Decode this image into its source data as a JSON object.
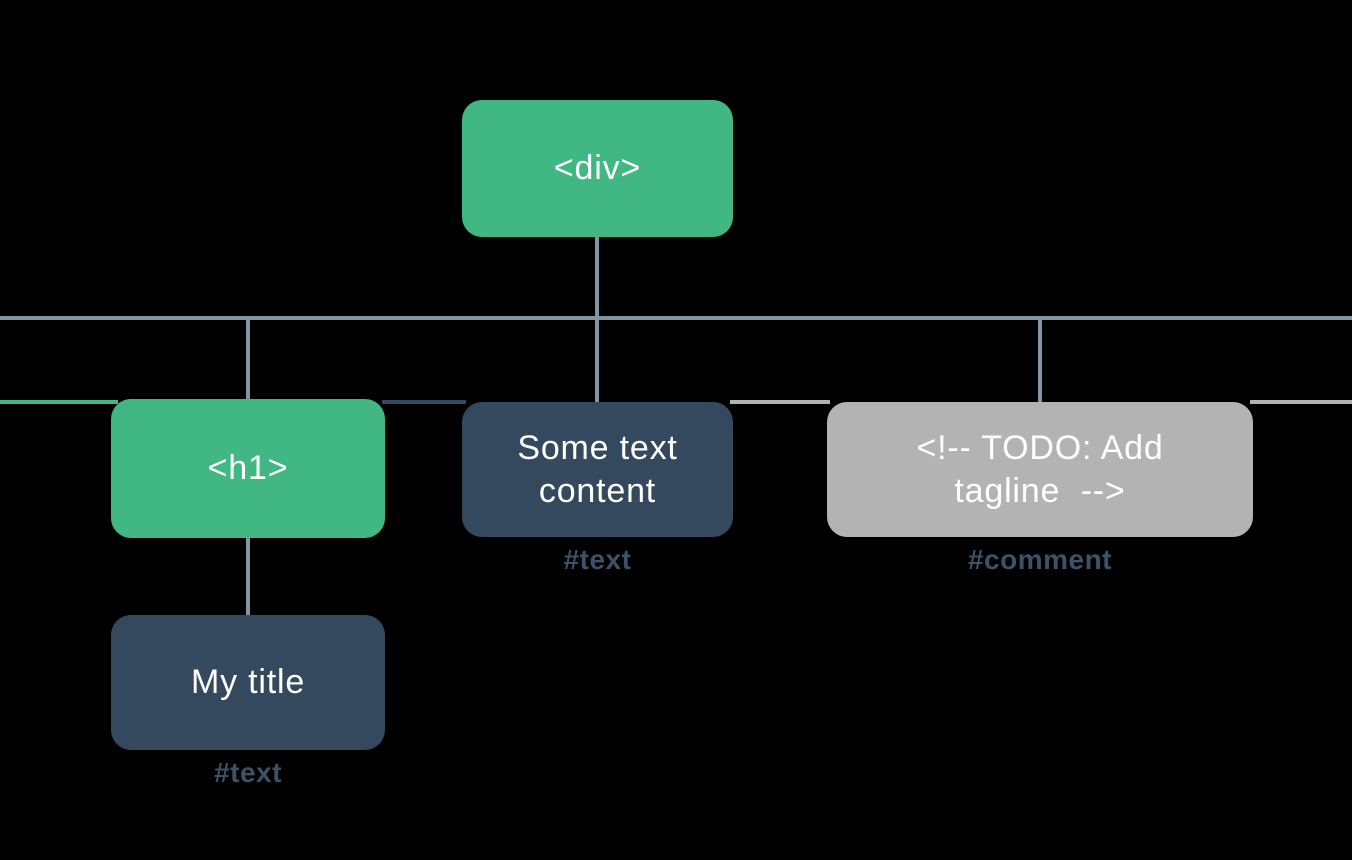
{
  "colors": {
    "canvas_bg": "#000000",
    "element": "#41b883",
    "text_node": "#35495e",
    "comment_node": "#b3b3b3",
    "connector": "#8294a1",
    "label": "#3d5268",
    "box_text": "#ffffff"
  },
  "diagram": {
    "root": {
      "label": "<div>",
      "type": "element"
    },
    "children": [
      {
        "id": "h1",
        "label": "<h1>",
        "type": "element"
      },
      {
        "id": "text-node",
        "lines": [
          "Some text",
          "content"
        ],
        "badge": "#text",
        "type": "text"
      },
      {
        "id": "comment-node",
        "lines": [
          "<!-- TODO: Add",
          "tagline  -->"
        ],
        "badge": "#comment",
        "type": "comment"
      }
    ],
    "grandchildren": [
      {
        "id": "my-title",
        "label": "My title",
        "badge": "#text",
        "type": "text",
        "parent": "h1"
      }
    ]
  }
}
